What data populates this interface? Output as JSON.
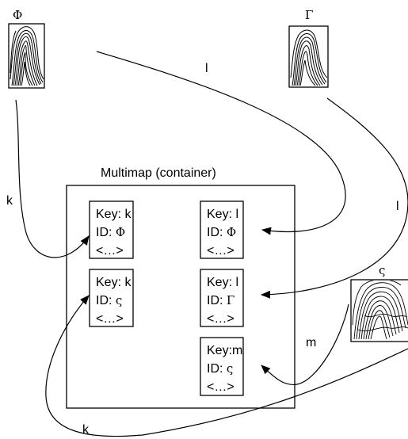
{
  "fingerprints": [
    {
      "symbol": "Φ"
    },
    {
      "symbol": "Γ"
    },
    {
      "symbol": "ς"
    }
  ],
  "container": {
    "title": "Multimap (container)"
  },
  "entries": [
    {
      "key": "Key: k",
      "id": "ID: ",
      "id_symbol": "Φ",
      "rest": "<…>"
    },
    {
      "key": "Key: l",
      "id": "ID: ",
      "id_symbol": "Φ",
      "rest": "<…>"
    },
    {
      "key": "Key: k",
      "id": "ID: ",
      "id_symbol": "ς",
      "rest": "<…>"
    },
    {
      "key": "Key: l",
      "id": "ID: ",
      "id_symbol": "Γ",
      "rest": "<…>"
    },
    {
      "key": "Key:m",
      "id": "ID: ",
      "id_symbol": "ς",
      "rest": "<…>"
    }
  ],
  "edge_labels": {
    "phi_to_entry": "k",
    "phi_to_l_entry": "l",
    "gamma_to_entry": "l",
    "sigma_to_m_entry": "m",
    "sigma_to_k_entry": "k"
  }
}
